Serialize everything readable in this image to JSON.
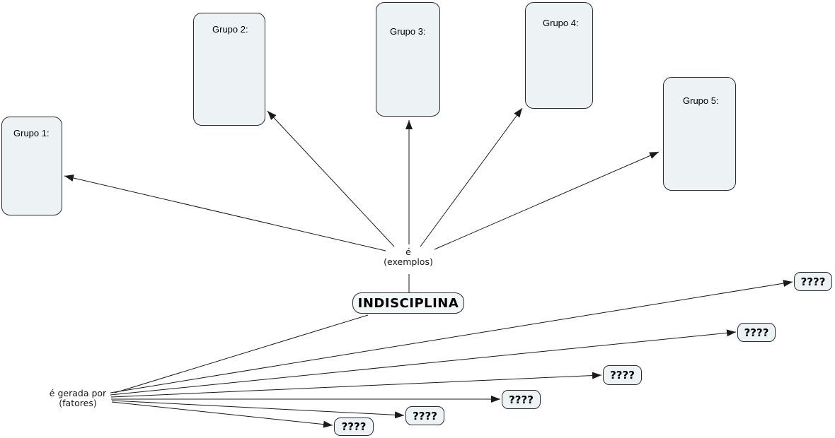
{
  "main_concept": {
    "label": "INDISCIPLINA"
  },
  "links": {
    "exemplos": {
      "line1": "é",
      "line2": "(exemplos)"
    },
    "fatores": {
      "line1": "é gerada por",
      "line2": "(fatores)"
    }
  },
  "groups": [
    {
      "label": "Grupo 1:"
    },
    {
      "label": "Grupo 2:"
    },
    {
      "label": "Grupo 3:"
    },
    {
      "label": "Grupo 4:"
    },
    {
      "label": "Grupo 5:"
    }
  ],
  "factors": [
    {
      "label": "????"
    },
    {
      "label": "????"
    },
    {
      "label": "????"
    },
    {
      "label": "????"
    },
    {
      "label": "????"
    },
    {
      "label": "????"
    }
  ],
  "colors": {
    "background": "#ffffff",
    "node_fill": "#edf2f5",
    "main_node_fill": "#f2f7f8",
    "node_border": "#2b2b2b",
    "line": "#1a1a1a",
    "text": "#000000"
  }
}
